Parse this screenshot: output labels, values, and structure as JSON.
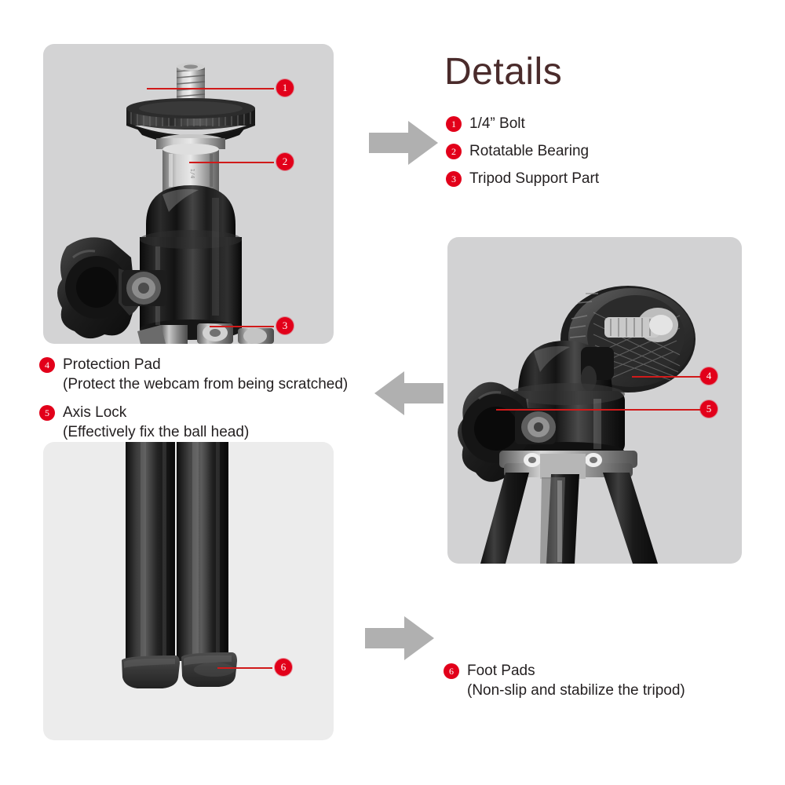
{
  "heading": "Details",
  "details_list": [
    {
      "num": "1",
      "label": "1/4”   Bolt"
    },
    {
      "num": "2",
      "label": "Rotatable Bearing"
    },
    {
      "num": "3",
      "label": "Tripod Support Part"
    }
  ],
  "mid_list": [
    {
      "num": "4",
      "label": "Protection Pad",
      "note": "(Protect the webcam from being scratched)"
    },
    {
      "num": "5",
      "label": "Axis Lock",
      "note": "(Effectively fix the ball head)"
    }
  ],
  "bottom_list": [
    {
      "num": "6",
      "label": "Foot Pads",
      "note": "(Non-slip and stabilize the tripod)"
    }
  ],
  "callouts": {
    "ballhead": [
      {
        "num": "1",
        "target": "quarter-inch-bolt"
      },
      {
        "num": "2",
        "target": "rotatable-bearing"
      },
      {
        "num": "3",
        "target": "tripod-support-part"
      }
    ],
    "tripod": [
      {
        "num": "4",
        "target": "protection-pad"
      },
      {
        "num": "5",
        "target": "axis-lock"
      }
    ],
    "legs": [
      {
        "num": "6",
        "target": "foot-pads"
      }
    ]
  },
  "panels": [
    {
      "id": "ballhead",
      "caption": "tripod ball head with quarter inch bolt"
    },
    {
      "id": "tripod",
      "caption": "tripod head with protection pad and axis lock knob"
    },
    {
      "id": "legs",
      "caption": "tripod legs with rubber foot pads"
    }
  ],
  "arrows": [
    {
      "direction": "right",
      "name": "arrow-to-details"
    },
    {
      "direction": "left",
      "name": "arrow-to-pad-lock"
    },
    {
      "direction": "right",
      "name": "arrow-to-foot-pads"
    }
  ],
  "colors": {
    "accent_red": "#e2001a",
    "leader_red": "#d01a1a",
    "heading": "#4a2b2b",
    "panel_gray": "#d3d3d4",
    "panel_gray_light": "#ececec",
    "arrow_gray": "#b0b0b0",
    "text": "#231f20",
    "background": "#ffffff"
  }
}
